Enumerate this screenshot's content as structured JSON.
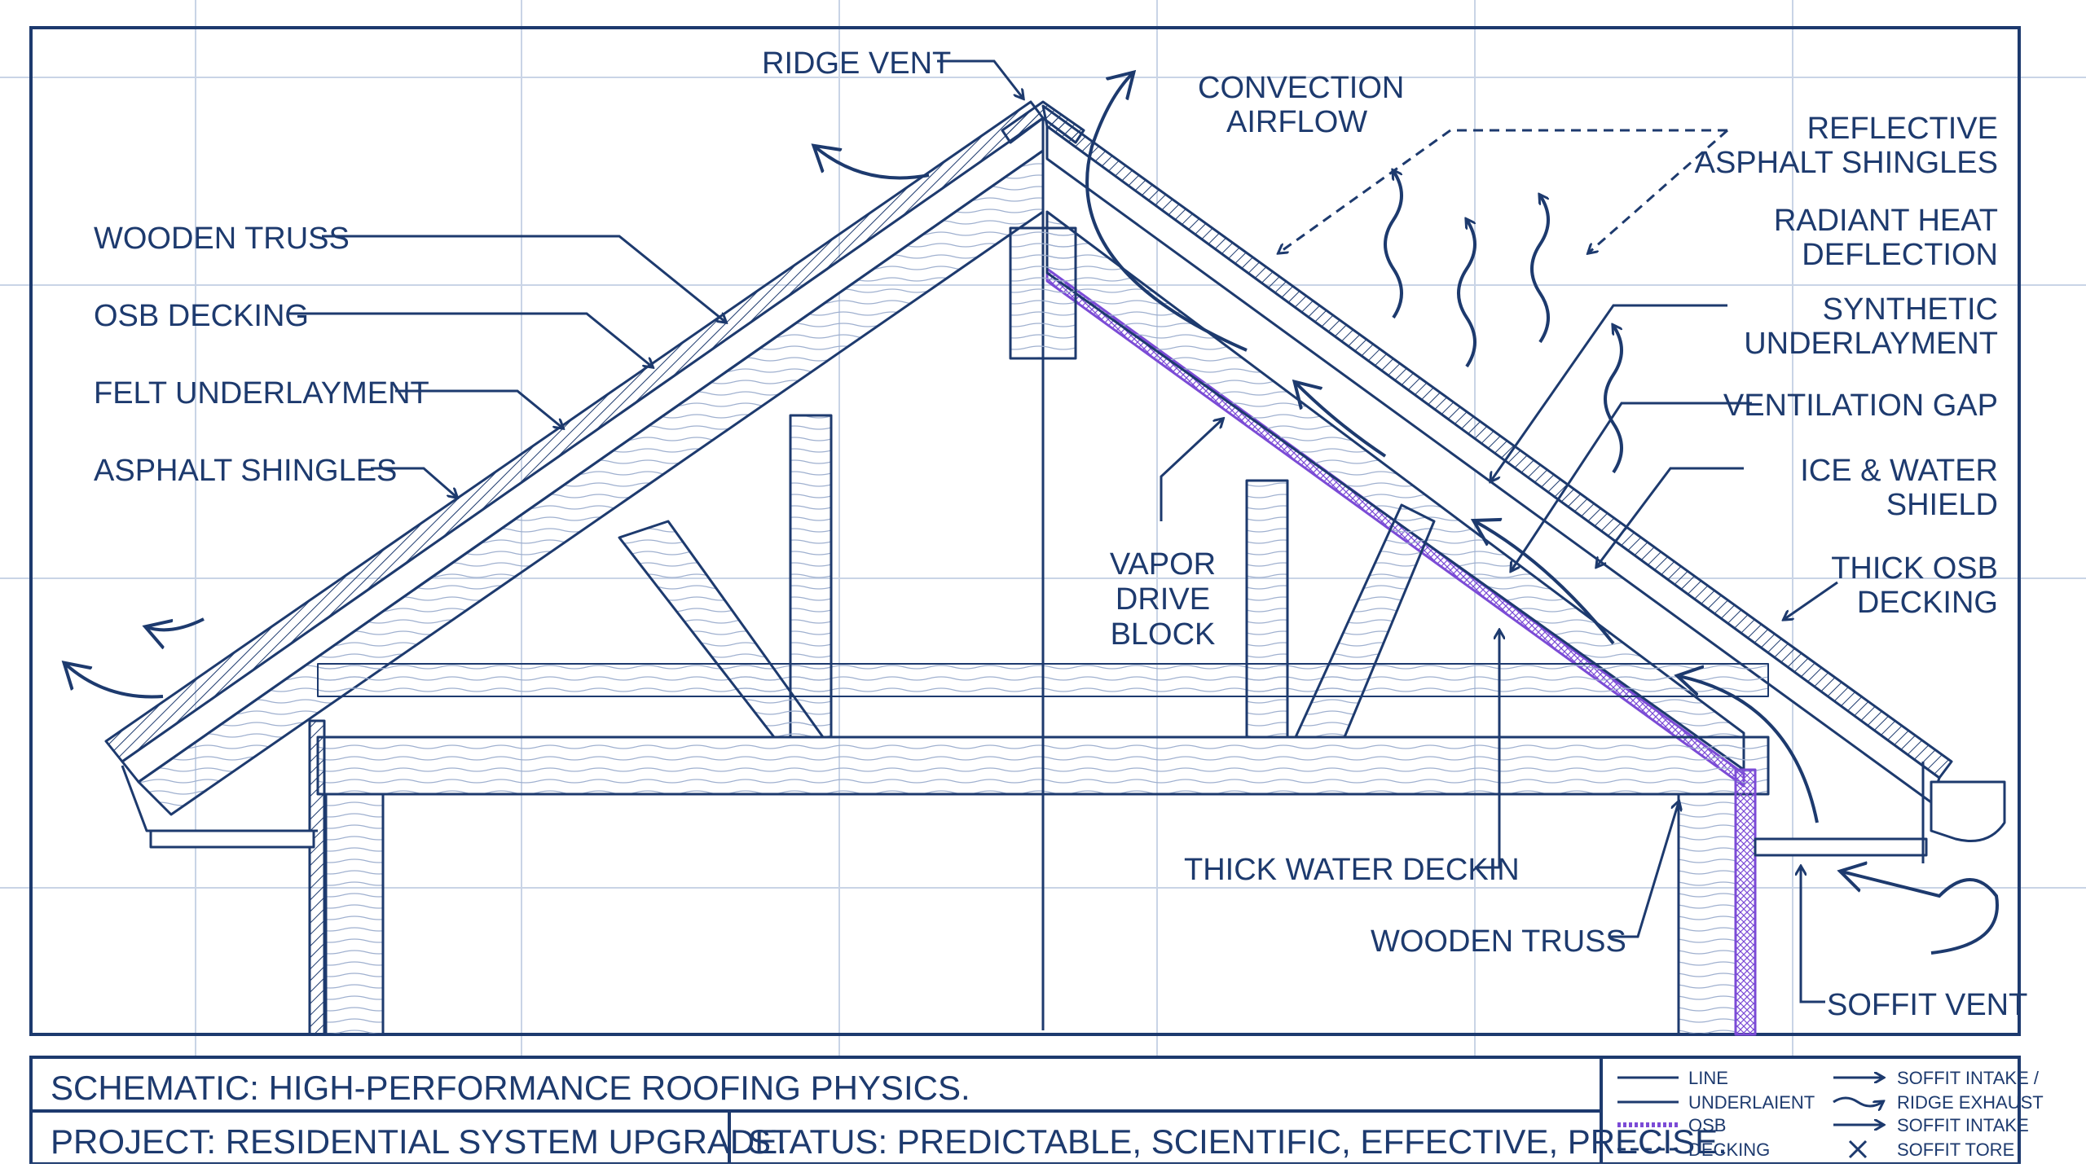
{
  "colors": {
    "ink": "#1d3a6e",
    "grid": "#c9d4e6",
    "accent": "#7b4bd6",
    "background": "#ffffff"
  },
  "labels": {
    "ridge_vent": "RIDGE VENT",
    "convection_1": "CONVECTION",
    "convection_2": "AIRFLOW",
    "reflective_1": "REFLECTIVE",
    "reflective_2": "ASPHALT SHINGLES",
    "radiant_1": "RADIANT HEAT",
    "radiant_2": "DEFLECTION",
    "synthetic_1": "SYNTHETIC",
    "synthetic_2": "UNDERLAYMENT",
    "ventilation_gap": "VENTILATION GAP",
    "ice_1": "ICE & WATER",
    "ice_2": "SHIELD",
    "thick_osb_1": "THICK OSB",
    "thick_osb_2": "DECKING",
    "wooden_truss_left": "WOODEN TRUSS",
    "osb_decking": "OSB DECKING",
    "felt_underlayment": "FELT UNDERLAYMENT",
    "asphalt_shingles": "ASPHALT SHINGLES",
    "vapor_1": "VAPOR",
    "vapor_2": "DRIVE",
    "vapor_3": "BLOCK",
    "thick_water_deckin": "THICK WATER DECKIN",
    "wooden_truss_right": "WOODEN TRUSS",
    "soffit_vent": "SOFFIT VENT"
  },
  "title_block": {
    "schematic": "SCHEMATIC: HIGH-PERFORMANCE ROOFING PHYSICS.",
    "project": "PROJECT: RESIDENTIAL SYSTEM UPGRADE.",
    "status": "STATUS: PREDICTABLE, SCIENTIFIC, EFFECTIVE, PRECISE."
  },
  "legend": {
    "line": "LINE",
    "underlaient": "UNDERLAIENT",
    "osb": "OSB",
    "decking": "DECKING",
    "soffit_intake": "SOFFIT INTAKE /",
    "ridge_exhaust": "RIDGE EXHAUST",
    "soffit_intake_2": "SOFFIT INTAKE",
    "soffit_tore": "SOFFIT TORE"
  }
}
